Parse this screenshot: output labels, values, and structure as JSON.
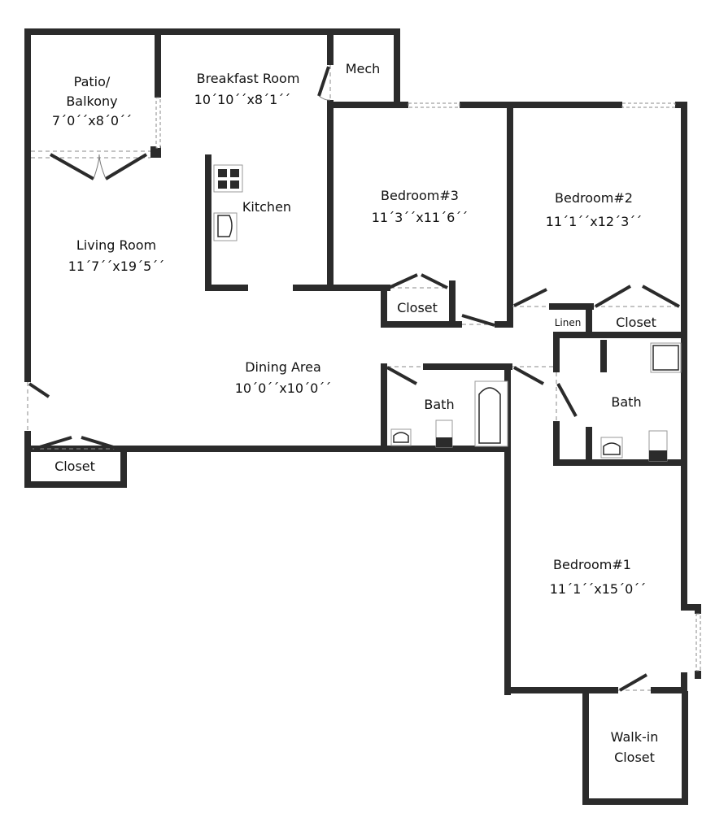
{
  "rooms": {
    "patio": {
      "name_line1": "Patio/",
      "name_line2": "Balkony",
      "size": "7´0´´x8´0´´"
    },
    "breakfast": {
      "name": "Breakfast Room",
      "size": "10´10´´x8´1´´"
    },
    "mech": {
      "name": "Mech"
    },
    "kitchen": {
      "name": "Kitchen"
    },
    "living": {
      "name": "Living Room",
      "size": "11´7´´x19´5´´"
    },
    "bedroom3": {
      "name": "Bedroom#3",
      "size": "11´3´´x11´6´´"
    },
    "bedroom2": {
      "name": "Bedroom#2",
      "size": "11´1´´x12´3´´"
    },
    "closet_b3": {
      "name": "Closet"
    },
    "linen": {
      "name": "Linen"
    },
    "closet_b2": {
      "name": "Closet"
    },
    "dining": {
      "name": "Dining Area",
      "size": "10´0´´x10´0´´"
    },
    "bath_hall": {
      "name": "Bath"
    },
    "bath_master": {
      "name": "Bath"
    },
    "closet_living": {
      "name": "Closet"
    },
    "bedroom1": {
      "name": "Bedroom#1",
      "size": "11´1´´x15´0´´"
    },
    "walkin": {
      "name_line1": "Walk-in",
      "name_line2": "Closet"
    }
  }
}
